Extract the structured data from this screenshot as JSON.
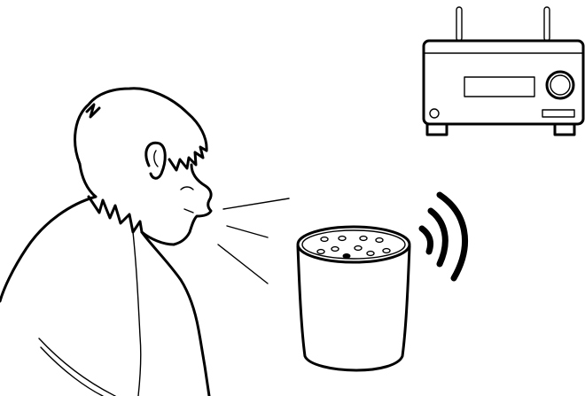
{
  "illustration": {
    "subjects": [
      "person-speaking",
      "smart-speaker",
      "wifi-signal",
      "av-receiver"
    ],
    "line_color": "#000000",
    "background_color": "#ffffff"
  }
}
